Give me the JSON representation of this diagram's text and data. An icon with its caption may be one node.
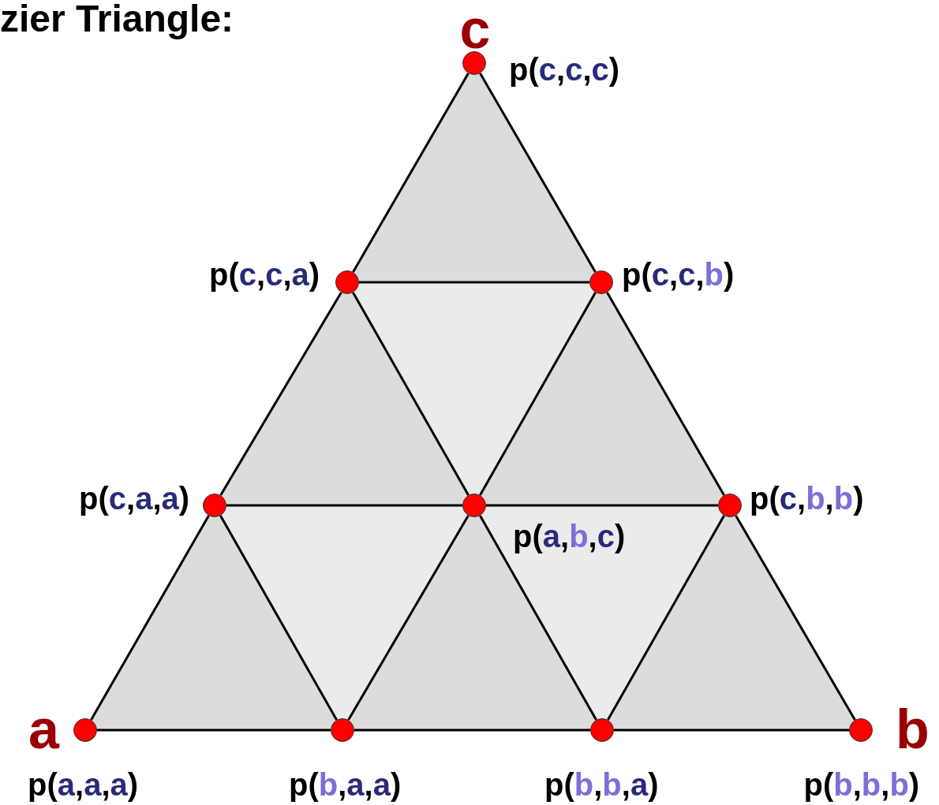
{
  "diagram": {
    "title": "zier Triangle:",
    "nodes": [
      {
        "text": [],
        "shape": "circle",
        "beside": [
          "c",
          "p(c,c,c)"
        ]
      },
      {
        "text": [],
        "shape": "circle",
        "beside": [
          "p(c,c,a)"
        ]
      },
      {
        "text": [],
        "shape": "circle",
        "beside": [
          "p(c,c,b)"
        ]
      },
      {
        "text": [],
        "shape": "circle",
        "beside": [
          "p(c,a,a)"
        ]
      },
      {
        "text": [],
        "shape": "circle",
        "beside": [
          "p(a,b,c)"
        ]
      },
      {
        "text": [],
        "shape": "circle",
        "beside": [
          "p(c,b,b)"
        ]
      },
      {
        "text": [],
        "shape": "circle",
        "beside": [
          "a",
          "p(a,a,a)"
        ]
      },
      {
        "text": [],
        "shape": "circle",
        "beside": [
          "p(b,a,a)"
        ]
      },
      {
        "text": [],
        "shape": "circle",
        "beside": [
          "p(b,b,a)"
        ]
      },
      {
        "text": [],
        "shape": "circle",
        "beside": [
          "b",
          "p(b,b,b)"
        ]
      }
    ],
    "edges": [
      {
        "from": 0,
        "to": 1,
        "arrow": "none"
      },
      {
        "from": 0,
        "to": 2,
        "arrow": "none"
      },
      {
        "from": 1,
        "to": 2,
        "arrow": "none"
      },
      {
        "from": 1,
        "to": 3,
        "arrow": "none"
      },
      {
        "from": 1,
        "to": 4,
        "arrow": "none"
      },
      {
        "from": 2,
        "to": 4,
        "arrow": "none"
      },
      {
        "from": 2,
        "to": 5,
        "arrow": "none"
      },
      {
        "from": 3,
        "to": 4,
        "arrow": "none"
      },
      {
        "from": 4,
        "to": 5,
        "arrow": "none"
      },
      {
        "from": 3,
        "to": 6,
        "arrow": "none"
      },
      {
        "from": 3,
        "to": 7,
        "arrow": "none"
      },
      {
        "from": 4,
        "to": 7,
        "arrow": "none"
      },
      {
        "from": 4,
        "to": 8,
        "arrow": "none"
      },
      {
        "from": 5,
        "to": 8,
        "arrow": "none"
      },
      {
        "from": 5,
        "to": 9,
        "arrow": "none"
      },
      {
        "from": 6,
        "to": 7,
        "arrow": "none"
      },
      {
        "from": 7,
        "to": 8,
        "arrow": "none"
      },
      {
        "from": 8,
        "to": 9,
        "arrow": "none"
      }
    ]
  }
}
